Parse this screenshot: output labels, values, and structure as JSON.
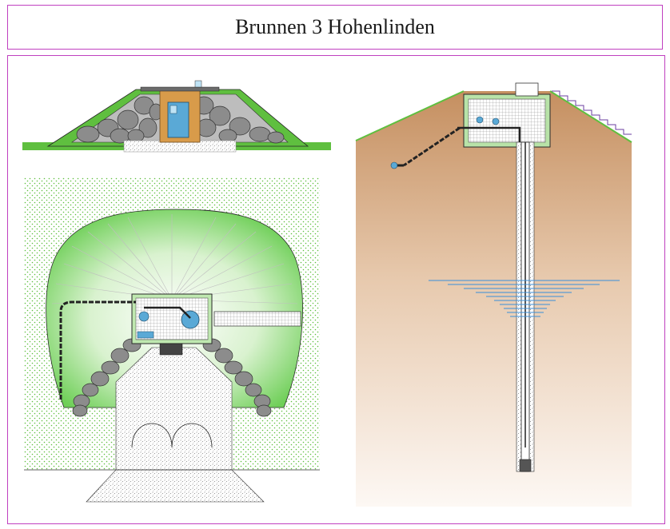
{
  "header": {
    "title": "Brunnen 3 Hohenlinden"
  },
  "colors": {
    "frame": "#c040c0",
    "grass": "#5fbf3f",
    "mound_green": "#7fd36a",
    "stone": "#8c8c8c",
    "door": "#5aa9d6",
    "water": "#3a8fd9",
    "soil": "#c79468",
    "stairs": "#6b3fa0"
  },
  "icons": {
    "section_view": "well-house-section-drawing",
    "plan_view": "well-house-plan-drawing",
    "well_shaft": "well-shaft-cross-section"
  }
}
